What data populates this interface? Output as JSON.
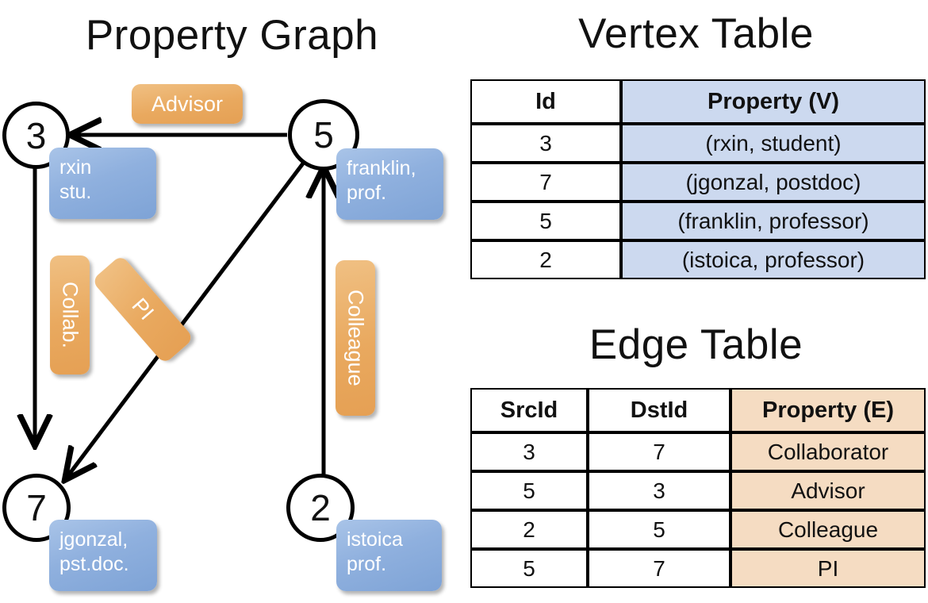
{
  "titles": {
    "property_graph": "Property Graph",
    "vertex_table": "Vertex Table",
    "edge_table": "Edge Table"
  },
  "colors": {
    "vertex_cell": "#ccd9ef",
    "edge_cell": "#f5dcc2",
    "node_box": "#8fb0de",
    "edge_label": "#e9a95f",
    "stroke": "#000000"
  },
  "graph": {
    "nodes": [
      {
        "id": "3",
        "property_line1": "rxin",
        "property_line2": "stu."
      },
      {
        "id": "5",
        "property_line1": "franklin,",
        "property_line2": "prof."
      },
      {
        "id": "7",
        "property_line1": "jgonzal,",
        "property_line2": "pst.doc."
      },
      {
        "id": "2",
        "property_line1": "istoica",
        "property_line2": "prof."
      }
    ],
    "edge_labels": [
      {
        "label": "Advisor",
        "orientation": "horizontal"
      },
      {
        "label": "Collab.",
        "orientation": "vertical"
      },
      {
        "label": "PI",
        "orientation": "vertical-rotated"
      },
      {
        "label": "Colleague",
        "orientation": "vertical"
      }
    ],
    "edges": [
      {
        "from": "5",
        "to": "3",
        "label": "Advisor"
      },
      {
        "from": "3",
        "to": "7",
        "label": "Collab."
      },
      {
        "from": "5",
        "to": "7",
        "label": "PI"
      },
      {
        "from": "2",
        "to": "5",
        "label": "Colleague"
      }
    ]
  },
  "vertex_table": {
    "headers": [
      "Id",
      "Property (V)"
    ],
    "rows": [
      {
        "id": "3",
        "property": "(rxin, student)"
      },
      {
        "id": "7",
        "property": "(jgonzal, postdoc)"
      },
      {
        "id": "5",
        "property": "(franklin, professor)"
      },
      {
        "id": "2",
        "property": "(istoica, professor)"
      }
    ]
  },
  "edge_table": {
    "headers": [
      "SrcId",
      "DstId",
      "Property (E)"
    ],
    "rows": [
      {
        "src": "3",
        "dst": "7",
        "property": "Collaborator"
      },
      {
        "src": "5",
        "dst": "3",
        "property": "Advisor"
      },
      {
        "src": "2",
        "dst": "5",
        "property": "Colleague"
      },
      {
        "src": "5",
        "dst": "7",
        "property": "PI"
      }
    ]
  }
}
